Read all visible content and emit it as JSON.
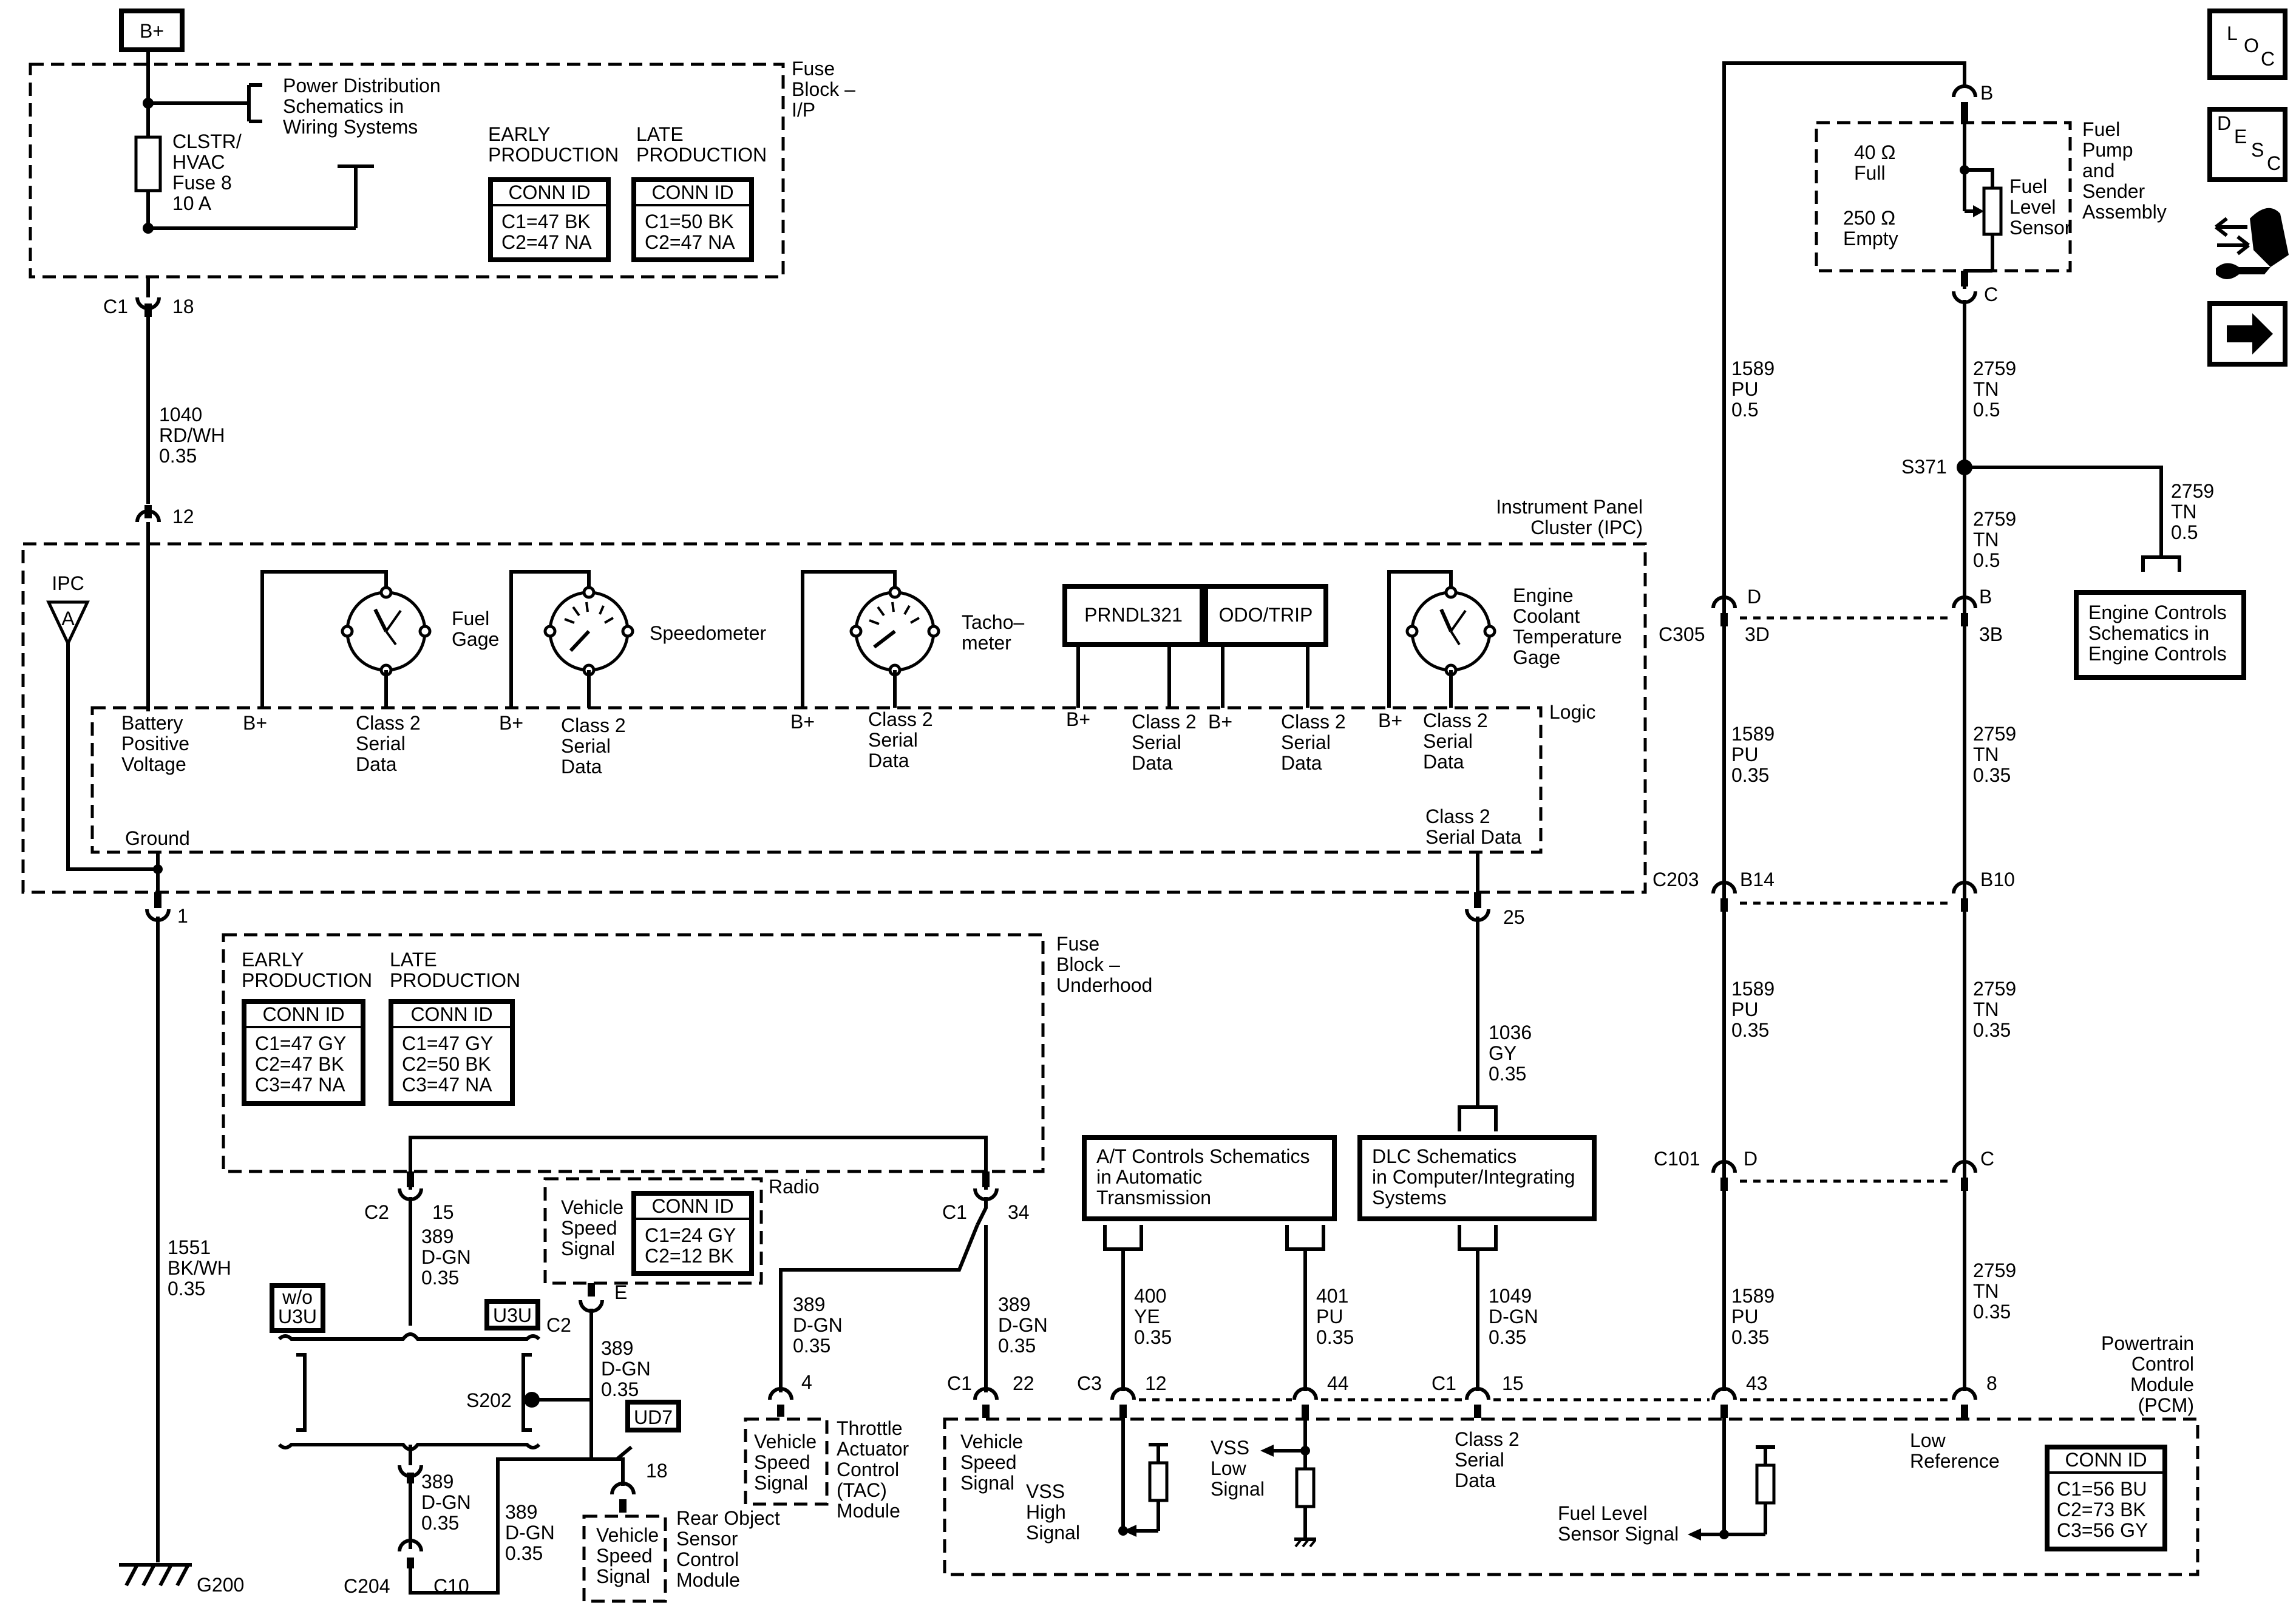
{
  "bplus": "B+",
  "fuse_block_ip": [
    "Fuse",
    "Block –",
    "I/P"
  ],
  "power_dist": [
    "Power Distribution",
    "Schematics in",
    "Wiring  Systems"
  ],
  "fuse": [
    "CLSTR/",
    "HVAC",
    "Fuse 8",
    "10 A"
  ],
  "ip_conn": {
    "early": [
      "EARLY",
      "PRODUCTION"
    ],
    "late": [
      "LATE",
      "PRODUCTION"
    ],
    "header": "CONN ID",
    "early_rows": [
      "C1=47 BK",
      "C2=47 NA"
    ],
    "late_rows": [
      "C1=50 BK",
      "C2=47 NA"
    ]
  },
  "c1_18": [
    "C1",
    "18"
  ],
  "wire_1040": [
    "1040",
    "RD/WH",
    "0.35"
  ],
  "pin_12": "12",
  "ipc_title": [
    "Instrument Panel",
    "Cluster (IPC)"
  ],
  "ipc_badge": [
    "IPC",
    "A"
  ],
  "batt": [
    "Battery",
    "Positive",
    "Voltage"
  ],
  "ground": "Ground",
  "logic": "Logic",
  "class2_sd": [
    "Class 2",
    "Serial Data"
  ],
  "fuel_gage": [
    "Fuel",
    "Gage"
  ],
  "speedometer": "Speedometer",
  "tachometer": [
    "Tacho–",
    "meter"
  ],
  "prnd": "PRNDL321",
  "odo": "ODO/TRIP",
  "ect": [
    "Engine",
    "Coolant",
    "Temperature",
    "Gage"
  ],
  "class2": [
    "Class 2",
    "Serial",
    "Data"
  ],
  "pin_1": "1",
  "pin_25": "25",
  "wire_1551": [
    "1551",
    "BK/WH",
    "0.35"
  ],
  "g200": "G200",
  "fuse_underhood": [
    "Fuse",
    "Block –",
    "Underhood"
  ],
  "uh_conn": {
    "early": [
      "EARLY",
      "PRODUCTION"
    ],
    "late": [
      "LATE",
      "PRODUCTION"
    ],
    "header": "CONN ID",
    "early_rows": [
      "C1=47 GY",
      "C2=47 BK",
      "C3=47 NA"
    ],
    "late_rows": [
      "C1=47 GY",
      "C2=50 BK",
      "C3=47 NA"
    ]
  },
  "c2_15": [
    "C2",
    "15"
  ],
  "c1_34": [
    "C1",
    "34"
  ],
  "wire_389": [
    "389",
    "D-GN",
    "0.35"
  ],
  "radio": "Radio",
  "radio_vss": [
    "Vehicle",
    "Speed",
    "Signal"
  ],
  "radio_conn": {
    "header": "CONN ID",
    "rows": [
      "C1=24 GY",
      "C2=12 BK"
    ]
  },
  "wo_u3u": [
    "w/o",
    "U3U"
  ],
  "u3u": "U3U",
  "c2": "C2",
  "e": "E",
  "s202": "S202",
  "ud7": "UD7",
  "pin_18": "18",
  "c204": "C204",
  "c10": "C10",
  "pin_4": "4",
  "c1_22": [
    "C1",
    "22"
  ],
  "tac": [
    "Throttle",
    "Actuator",
    "Control",
    "(TAC)",
    "Module"
  ],
  "tac_vss": [
    "Vehicle",
    "Speed",
    "Signal"
  ],
  "rear": [
    "Rear Object",
    "Sensor",
    "Control",
    "Module"
  ],
  "rear_vss": [
    "Vehicle",
    "Speed",
    "Signal"
  ],
  "wire_1036": [
    "1036",
    "GY",
    "0.35"
  ],
  "at_box": [
    "A/T Controls Schematics",
    "in Automatic",
    "Transmission"
  ],
  "dlc_box": [
    "DLC Schematics",
    "in Computer/Integrating",
    "Systems"
  ],
  "wire_400": [
    "400",
    "YE",
    "0.35"
  ],
  "wire_401": [
    "401",
    "PU",
    "0.35"
  ],
  "wire_1049": [
    "1049",
    "D-GN",
    "0.35"
  ],
  "pcm_pins": {
    "c3": "C3",
    "p12": "12",
    "p44": "44",
    "c1": "C1",
    "p15": "15",
    "p43": "43",
    "p8": "8"
  },
  "pcm_title": [
    "Powertrain",
    "Control",
    "Module",
    "(PCM)"
  ],
  "pcm_vss": [
    "Vehicle",
    "Speed",
    "Signal"
  ],
  "vss_high": [
    "VSS",
    "High",
    "Signal"
  ],
  "vss_low": [
    "VSS",
    "Low",
    "Signal"
  ],
  "pcm_class2": [
    "Class 2",
    "Serial",
    "Data"
  ],
  "fuel_level_sig": "Fuel Level",
  "sensor_signal": "Sensor Signal",
  "low_ref": [
    "Low",
    "Reference"
  ],
  "pcm_conn": {
    "header": "CONN ID",
    "rows": [
      "C1=56 BU",
      "C2=73 BK",
      "C3=56 GY"
    ]
  },
  "fuel_pump": [
    "Fuel",
    "Pump",
    "and",
    "Sender",
    "Assembly"
  ],
  "full": [
    "40 Ω",
    "Full"
  ],
  "empty": [
    "250 Ω",
    "Empty"
  ],
  "fls": [
    "Fuel",
    "Level",
    "Sensor"
  ],
  "pin_b": "B",
  "pin_c": "C",
  "wire_1589_05": [
    "1589",
    "PU",
    "0.5"
  ],
  "wire_2759_05": [
    "2759",
    "TN",
    "0.5"
  ],
  "s371": "S371",
  "wire_2759_tn": [
    "2759",
    "TN",
    "0.5"
  ],
  "engine_box": [
    "Engine Controls",
    "Schematics in",
    "Engine Controls"
  ],
  "c305": "C305",
  "d": "D",
  "b": "B",
  "d3": "3D",
  "b3": "3B",
  "wire_1589_035": [
    "1589",
    "PU",
    "0.35"
  ],
  "wire_2759_035": [
    "2759",
    "TN",
    "0.35"
  ],
  "c203": "C203",
  "b14": "B14",
  "b10": "B10",
  "c101": "C101",
  "c101_d": "D",
  "c101_c": "C",
  "loc": [
    "L",
    "O",
    "C"
  ],
  "desc": [
    "D",
    "E",
    "S",
    "C"
  ]
}
